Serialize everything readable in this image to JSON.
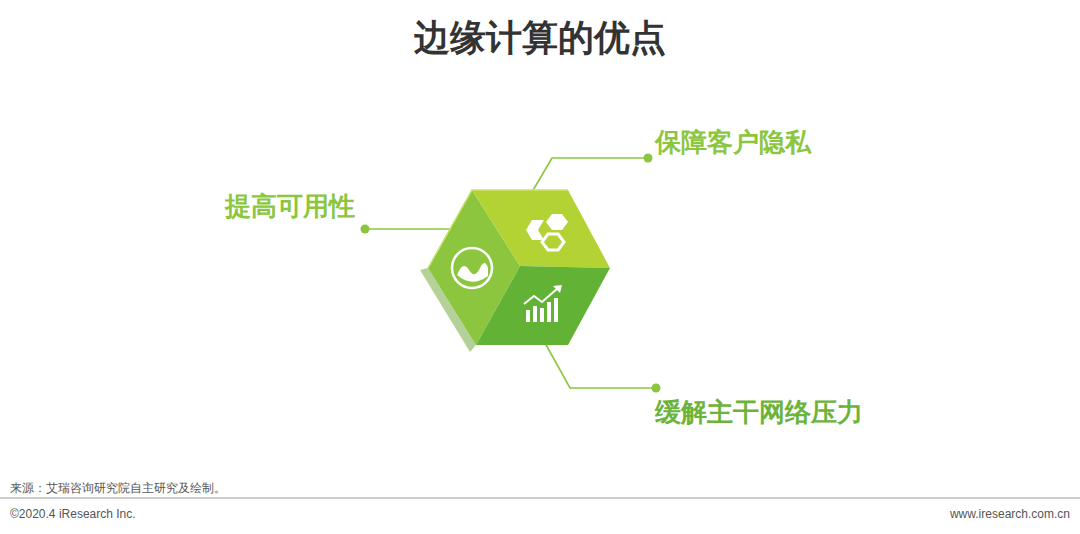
{
  "diagram": {
    "title": "边缘计算的优点",
    "labels": [
      "提高可用性",
      "保障客户隐私",
      "缓解主干网络压力",
      "来源：艾瑞咨询研究院自主研究及绘制。",
      "©2020.4 iResearch Inc.",
      "www.iresearch.com.cn"
    ]
  }
}
